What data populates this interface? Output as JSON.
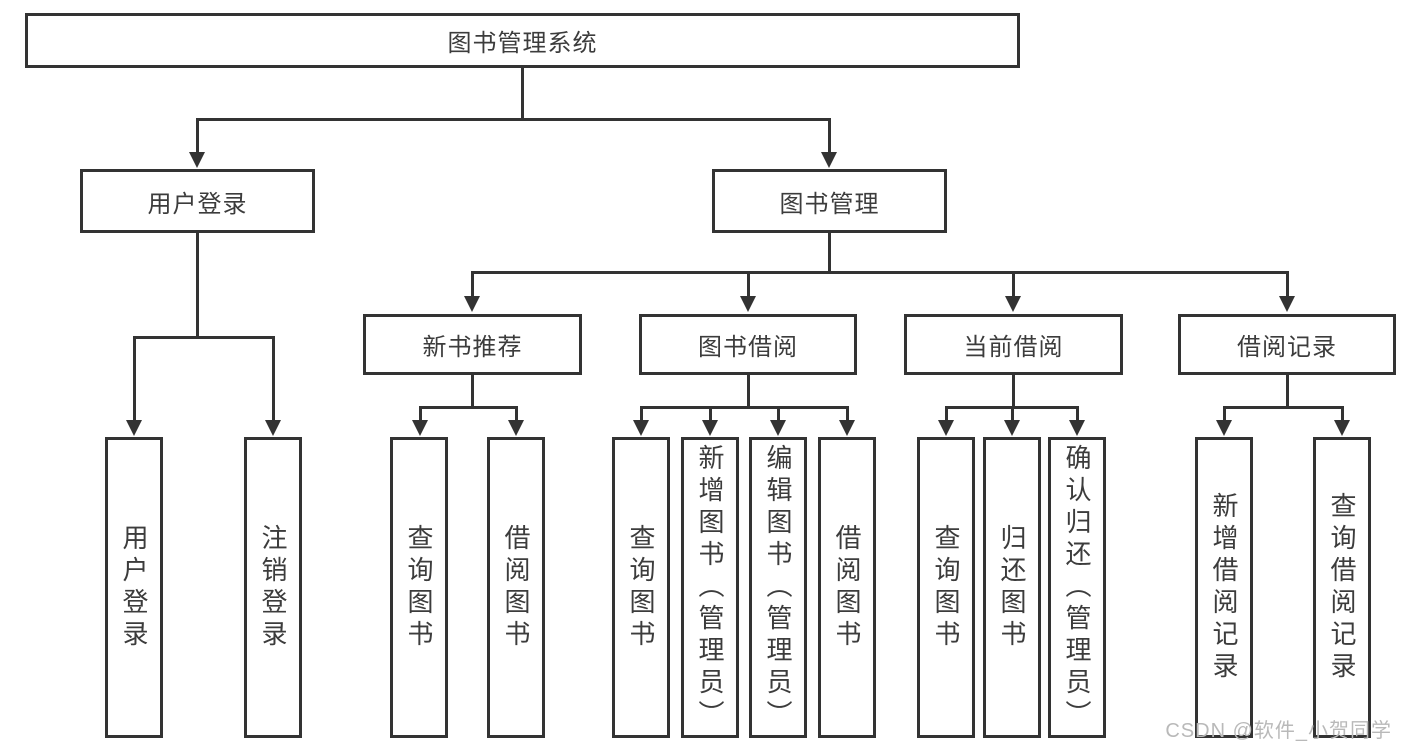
{
  "colors": {
    "line": "#333333",
    "text": "#3c3c3c",
    "box_background": "#ffffff",
    "watermark": "#b9b9b9",
    "page_background": "#ffffff"
  },
  "watermark": {
    "text": "CSDN @软件_小贺同学"
  },
  "tree": {
    "root": {
      "label": "图书管理系统",
      "children": [
        {
          "label": "用户登录",
          "children": [
            {
              "label": "用户登录"
            },
            {
              "label": "注销登录"
            }
          ]
        },
        {
          "label": "图书管理",
          "children": [
            {
              "label": "新书推荐",
              "children": [
                {
                  "label": "查询图书"
                },
                {
                  "label": "借阅图书"
                }
              ]
            },
            {
              "label": "图书借阅",
              "children": [
                {
                  "label": "查询图书"
                },
                {
                  "label": "新增图书（管理员）"
                },
                {
                  "label": "编辑图书（管理员）"
                },
                {
                  "label": "借阅图书"
                }
              ]
            },
            {
              "label": "当前借阅",
              "children": [
                {
                  "label": "查询图书"
                },
                {
                  "label": "归还图书"
                },
                {
                  "label": "确认归还（管理员）"
                }
              ]
            },
            {
              "label": "借阅记录",
              "children": [
                {
                  "label": "新增借阅记录"
                },
                {
                  "label": "查询借阅记录"
                }
              ]
            }
          ]
        }
      ]
    }
  }
}
